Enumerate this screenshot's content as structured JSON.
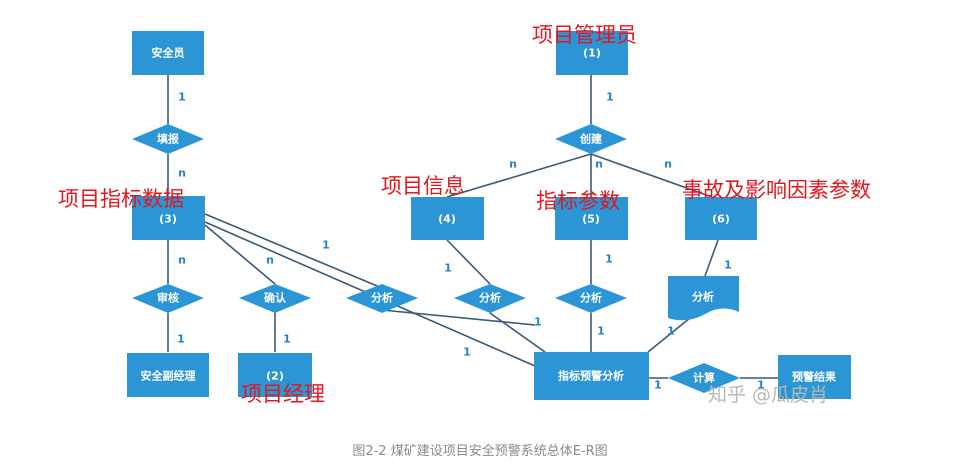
{
  "entities": {
    "safety_officer": "安全员",
    "project_manager_admin": "(1)",
    "indicator_data": "(3)",
    "project_info": "(4)",
    "indicator_params": "(5)",
    "accident_params": "(6)",
    "deputy_manager": "安全副经理",
    "project_manager": "(2)",
    "warning_analysis": "指标预警分析",
    "warning_result": "预警结果"
  },
  "relationships": {
    "fill_report": "填报",
    "create": "创建",
    "review": "审核",
    "confirm": "确认",
    "analyze_a": "分析",
    "analyze_b": "分析",
    "analyze_c": "分析",
    "analyze_d": "分析",
    "compute": "计算"
  },
  "cardinality": {
    "c_fill_1": "1",
    "c_fill_n": "n",
    "c_create_1": "1",
    "c_create_n4": "n",
    "c_create_n5": "n",
    "c_create_n6": "n",
    "c_review_n": "n",
    "c_review_1": "1",
    "c_confirm_n": "n",
    "c_confirm_1": "1",
    "c_analyzeA_1": "1",
    "c_analyzeA_1b": "1",
    "c_analyzeB_1": "1",
    "c_analyzeB_1b": "1",
    "c_analyzeC_1": "1",
    "c_analyzeC_1b": "1",
    "c_analyzeD_1": "1",
    "c_analyzeD_1b": "1",
    "c_compute_1a": "1",
    "c_compute_1b": "1"
  },
  "annotations": {
    "project_manager_admin": "项目管理员",
    "indicator_data": "项目指标数据",
    "project_info": "项目信息",
    "indicator_params": "指标参数",
    "accident_params": "事故及影响因素参数",
    "project_manager": "项目经理"
  },
  "watermark": "知乎 @瓜皮肖",
  "caption": "图2-2 煤矿建设项目安全预警系统总体E-R图",
  "colors": {
    "shape": "#2b95d6",
    "edge": "#3a5a78",
    "annotation": "#e0191f",
    "cardinality": "#1f83c9"
  }
}
